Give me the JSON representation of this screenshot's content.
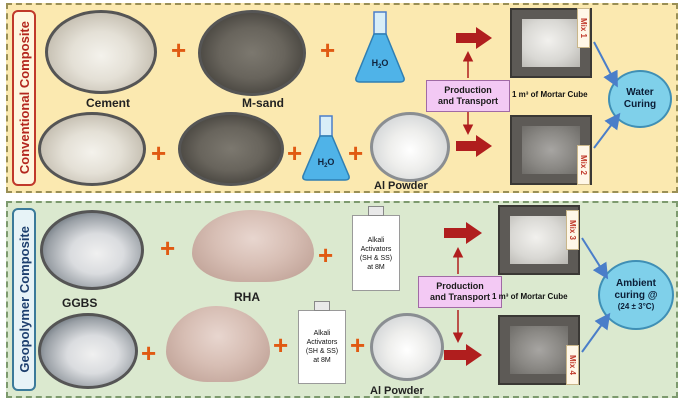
{
  "conventional": {
    "title": "Conventional Composite",
    "materials": {
      "cement": "Cement",
      "msand": "M-sand",
      "al_powder": "Al Powder"
    },
    "water": "H₂O",
    "process": "Production\nand Transport",
    "cube_label": "1 m³ of Mortar Cube",
    "mix1": "Mix 1",
    "mix2": "Mix 2",
    "curing": "Water\nCuring"
  },
  "geopolymer": {
    "title": "Geopolymer Composite",
    "materials": {
      "ggbs": "GGBS",
      "rha": "RHA",
      "al_powder": "Al Powder"
    },
    "alkali": "Alkali\nActivators\n(SH & SS)\nat 8M",
    "process": "Production\nand Transport",
    "cube_label": "1 m³ of Mortar Cube",
    "mix3": "Mix 3",
    "mix4": "Mix 4",
    "curing_main": "Ambient\ncuring @",
    "curing_temp": "(24 ± 3°C)"
  },
  "colors": {
    "top_panel": "#fbe9b0",
    "bottom_panel": "#dbe9cf",
    "plus": "#e05a12",
    "arrow_red": "#b01e1e",
    "arrow_blue": "#4a7ec9",
    "curing_circle": "#7fd0ea",
    "process_box": "#f3c9f4"
  }
}
